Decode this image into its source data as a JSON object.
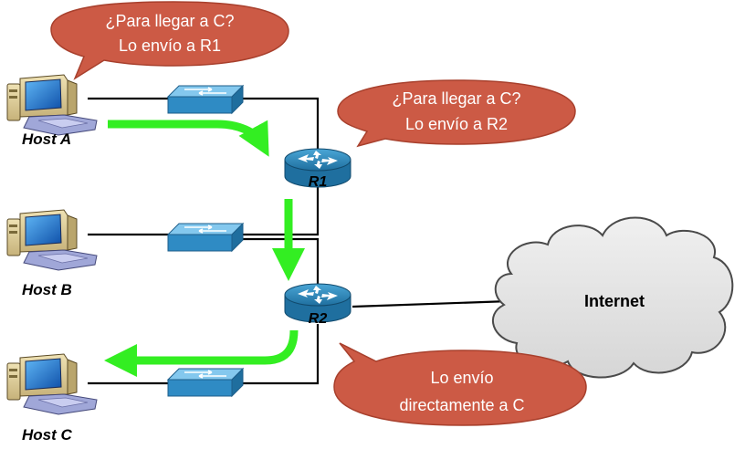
{
  "colors": {
    "bubble_fill": "#cc5a45",
    "bubble_stroke": "#a8402d",
    "arrow": "#33ee22",
    "router": "#2f8bbd",
    "switch": "#3a9bd1",
    "cloud": "#e4e4e4",
    "link": "#000000"
  },
  "hosts": [
    {
      "label": "Host A",
      "icon": "desktop-computer-icon"
    },
    {
      "label": "Host B",
      "icon": "desktop-computer-icon"
    },
    {
      "label": "Host C",
      "icon": "desktop-computer-icon"
    }
  ],
  "routers": [
    {
      "label": "R1",
      "icon": "router-icon"
    },
    {
      "label": "R2",
      "icon": "router-icon"
    }
  ],
  "switches": [
    {
      "icon": "switch-icon"
    },
    {
      "icon": "switch-icon"
    },
    {
      "icon": "switch-icon"
    }
  ],
  "cloud": {
    "label": "Internet",
    "icon": "cloud-icon"
  },
  "bubbles": [
    {
      "line1": "¿Para llegar a C?",
      "line2": "Lo envío a R1"
    },
    {
      "line1": "¿Para llegar a C?",
      "line2": "Lo envío a R2"
    },
    {
      "line1": "Lo envío",
      "line2": "directamente a C"
    }
  ]
}
